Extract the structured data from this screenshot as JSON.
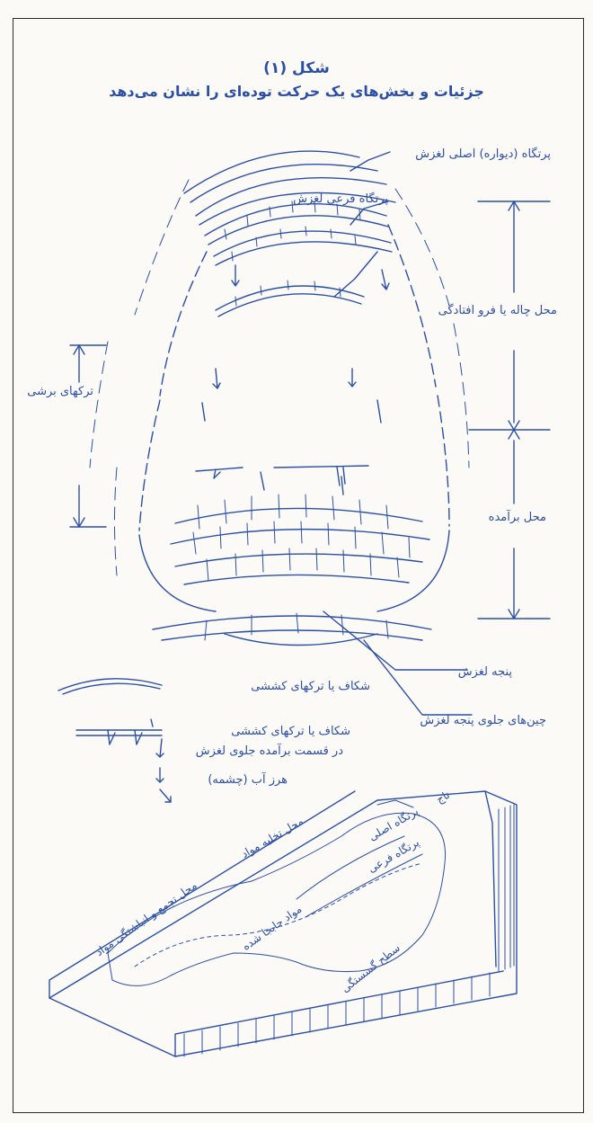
{
  "figure": {
    "number": "شکل (۱)",
    "caption": "جزئیات و بخش‌های یک حرکت توده‌ای را نشان می‌دهد"
  },
  "labels": {
    "main_scarp": "پرتگاه (دیواره) اصلی لغزش",
    "minor_scarp": "پرتگاه فرعی لغزش",
    "depression_zone": "محل چاله یا فرو افتادگی",
    "shear_cracks": "ترکهای برشی",
    "bulge_zone": "محل برآمده",
    "toe": "پنجه لغزش",
    "toe_folds": "چین‌های جلوی پنجه لغزش"
  },
  "legend": {
    "tension_cracks": "شکاف یا ترکهای کششی",
    "bulge_tension_line1": "شکاف یا ترکهای کششی",
    "bulge_tension_line2": "در قسمت برآمده جلوی لغزش",
    "spring": "هرز آب (چشمه)"
  },
  "block_labels": {
    "depletion_zone": "محل تخلیه مواد",
    "accumulation_zone": "محل تجمع و انباشتگی مواد",
    "displaced_material": "مواد جابجا شده",
    "main_scarp": "پرتگاه اصلی",
    "minor_scarp": "پرتگاه فرعی",
    "crown": "تاج",
    "slip_surface": "سطح گسستگی"
  },
  "colors": {
    "ink": "#2b4fa8",
    "frame": "#2a2a2a",
    "paper": "#fcfaf6"
  }
}
